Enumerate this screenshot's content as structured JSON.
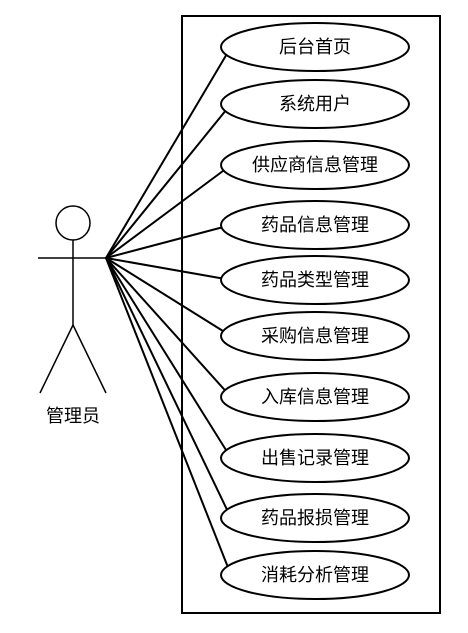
{
  "actor": {
    "name": "管理员"
  },
  "use_cases": [
    {
      "label": "后台首页"
    },
    {
      "label": "系统用户"
    },
    {
      "label": "供应商信息管理"
    },
    {
      "label": "药品信息管理"
    },
    {
      "label": "药品类型管理"
    },
    {
      "label": "采购信息管理"
    },
    {
      "label": "入库信息管理"
    },
    {
      "label": "出售记录管理"
    },
    {
      "label": "药品报损管理"
    },
    {
      "label": "消耗分析管理"
    }
  ]
}
